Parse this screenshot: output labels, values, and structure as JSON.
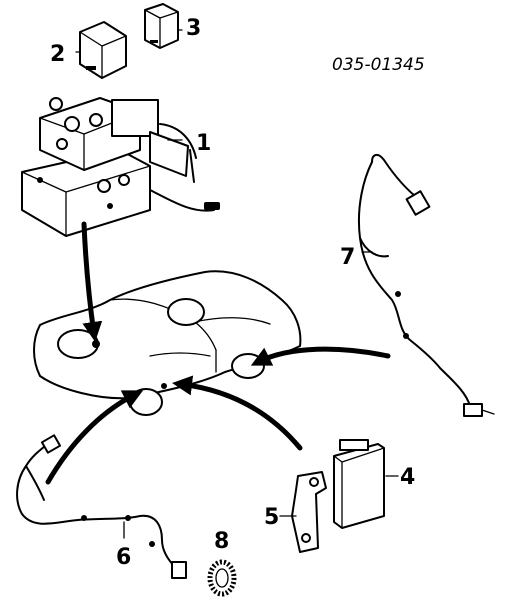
{
  "part_number": "035-01345",
  "callouts": {
    "c1": "1",
    "c2": "2",
    "c3": "3",
    "c4": "4",
    "c5": "5",
    "c6": "6",
    "c7": "7",
    "c8": "8"
  }
}
